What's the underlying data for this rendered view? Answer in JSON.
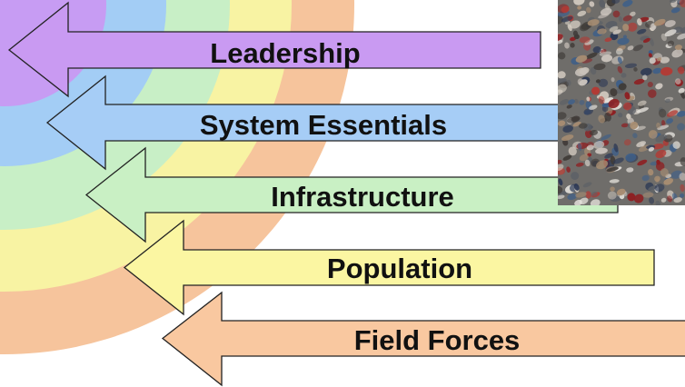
{
  "colors": {
    "purple": "#c99af2",
    "blue": "#a6cdf6",
    "green": "#c9f0c4",
    "yellow": "#fbf6a2",
    "orange": "#f9c8a0",
    "ring_purple": "#c79cf3",
    "ring_blue": "#a3cdf5",
    "ring_green": "#c8efc6",
    "ring_yellow": "#f8f3a3",
    "ring_orange": "#f6c49c",
    "outline": "#222222"
  },
  "rings": [
    {
      "name": "ring-purple-icon",
      "color_key": "ring_purple"
    },
    {
      "name": "ring-blue-icon",
      "color_key": "ring_blue"
    },
    {
      "name": "ring-green-icon",
      "color_key": "ring_green"
    },
    {
      "name": "ring-yellow-icon",
      "color_key": "ring_yellow"
    },
    {
      "name": "ring-orange-icon",
      "color_key": "ring_orange"
    }
  ],
  "arrows": [
    {
      "id": "leadership",
      "label": "Leadership",
      "color_key": "purple"
    },
    {
      "id": "system-essentials",
      "label": "System Essentials",
      "color_key": "blue"
    },
    {
      "id": "infrastructure",
      "label": "Infrastructure",
      "color_key": "green"
    },
    {
      "id": "population",
      "label": "Population",
      "color_key": "yellow"
    },
    {
      "id": "field-forces",
      "label": "Field Forces",
      "color_key": "orange"
    }
  ],
  "photo": {
    "icon": "crowd-photo-icon"
  }
}
